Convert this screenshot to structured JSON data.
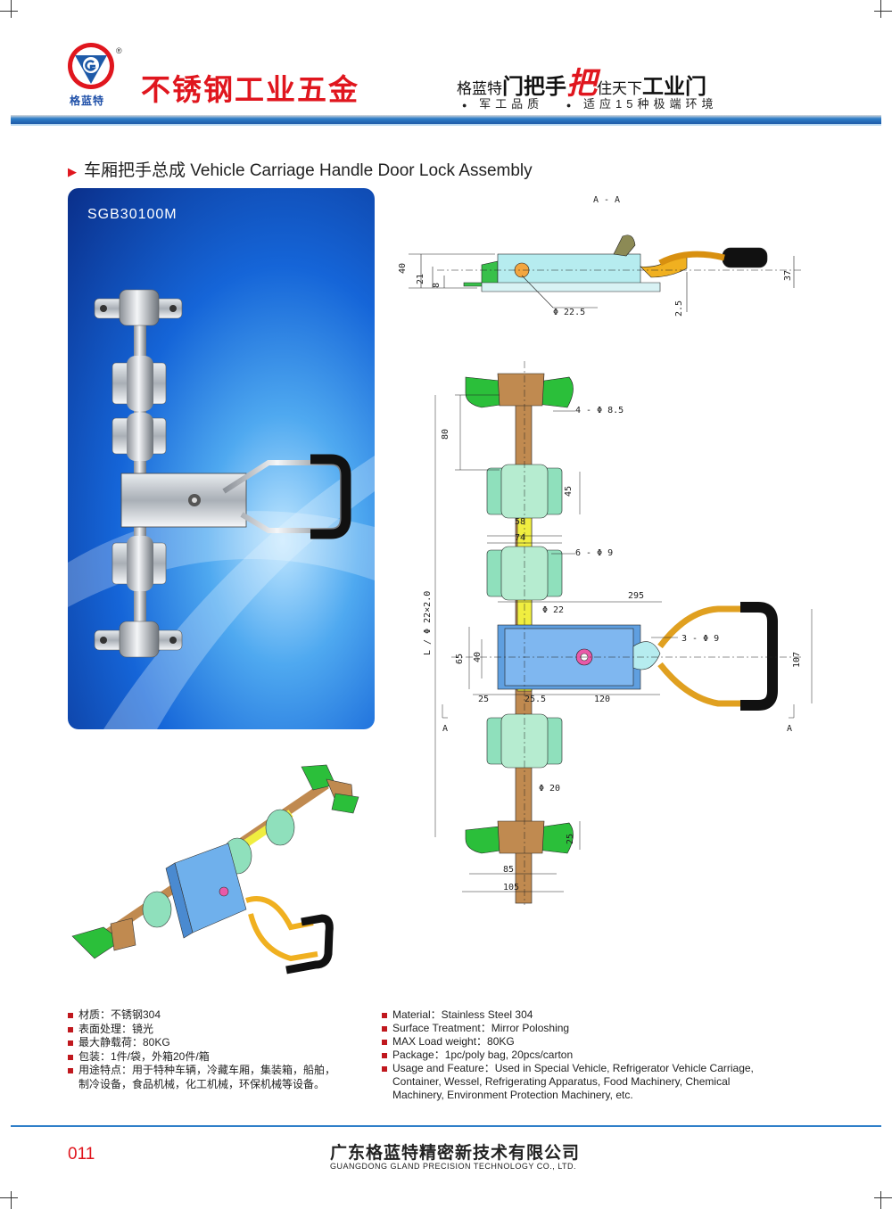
{
  "header": {
    "brand_cn": "格蓝特",
    "reg_mark": "®",
    "title_cn": "不锈钢工业五金",
    "slogan_a": "格蓝特",
    "slogan_b": "门把手",
    "slogan_c": "把",
    "slogan_d": "住天下",
    "slogan_e": "工业门",
    "tag1": "军工品质",
    "tag2": "适应15种极端环境"
  },
  "section": {
    "title": "车厢把手总成 Vehicle Carriage Handle Door Lock Assembly"
  },
  "photo": {
    "model": "SGB30100M"
  },
  "drawing": {
    "section_label": "A - A",
    "dims": {
      "d40": "40",
      "d21": "21",
      "d8": "8",
      "d37": "37",
      "d2_5": "2.5",
      "phi22_5": "Φ 22.5",
      "holes_4": "4 - Φ 8.5",
      "d80": "80",
      "d45": "45",
      "d58": "58",
      "d74": "74",
      "holes_6": "6 - Φ 9",
      "d295": "295",
      "phi22": "Φ 22",
      "rod": "L / Φ 22×2.0",
      "holes_3": "3 - Φ 9",
      "d65": "65",
      "d40b": "40",
      "d107": "107",
      "d25a": "25",
      "d25_5": "25.5",
      "d120": "120",
      "phi20": "Φ 20",
      "d25b": "25",
      "d85": "85",
      "d105": "105",
      "markA": "A"
    }
  },
  "specs_cn": [
    "材质：不锈钢304",
    "表面处理：镜光",
    "最大静载荷：80KG",
    "包装：1件/袋，外箱20件/箱",
    "用途特点：用于特种车辆，冷藏车厢，集装箱，船舶，",
    "制冷设备，食品机械，化工机械，环保机械等设备。"
  ],
  "specs_en": [
    "Material：Stainless Steel 304",
    "Surface Treatment：Mirror Poloshing",
    "MAX Load weight：80KG",
    "Package：1pc/poly bag,  20pcs/carton",
    "Usage and Feature：Used in Special Vehicle, Refrigerator Vehicle Carriage,",
    "Container, Wessel, Refrigerating Apparatus, Food Machinery, Chemical",
    "Machinery, Environment Protection Machinery, etc."
  ],
  "footer": {
    "page_number": "011",
    "company_cn": "广东格蓝特精密新技术有限公司",
    "company_en": "GUANGDONG GLAND PRECISION TECHNOLOGY CO., LTD."
  },
  "colors": {
    "brand_red": "#e0161e",
    "brand_blue": "#1e5aa8"
  }
}
